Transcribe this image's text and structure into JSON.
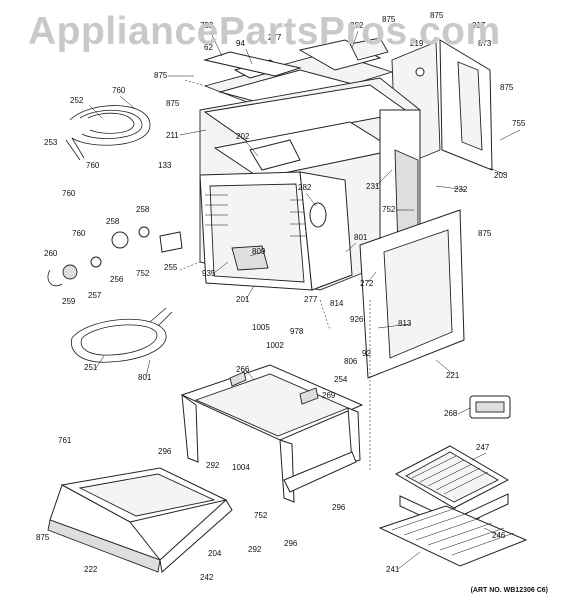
{
  "watermark": "AppliancePartsPros.com",
  "art_number": "(ART NO. WB12306 C6)",
  "callouts": [
    "752",
    "94",
    "277",
    "282",
    "875",
    "875",
    "219",
    "217",
    "875",
    "873",
    "62",
    "875",
    "252",
    "760",
    "875",
    "211",
    "202",
    "133",
    "253",
    "760",
    "760",
    "282",
    "231",
    "232",
    "203",
    "752",
    "875",
    "258",
    "258",
    "760",
    "256",
    "752",
    "255",
    "257",
    "259",
    "260",
    "809",
    "935",
    "201",
    "801",
    "272",
    "277",
    "1005",
    "814",
    "926",
    "813",
    "978",
    "1002",
    "806",
    "92",
    "251",
    "801",
    "254",
    "266",
    "269",
    "221",
    "268",
    "761",
    "296",
    "292",
    "1004",
    "247",
    "875",
    "222",
    "204",
    "292",
    "242",
    "752",
    "296",
    "296",
    "246",
    "241",
    "755"
  ]
}
